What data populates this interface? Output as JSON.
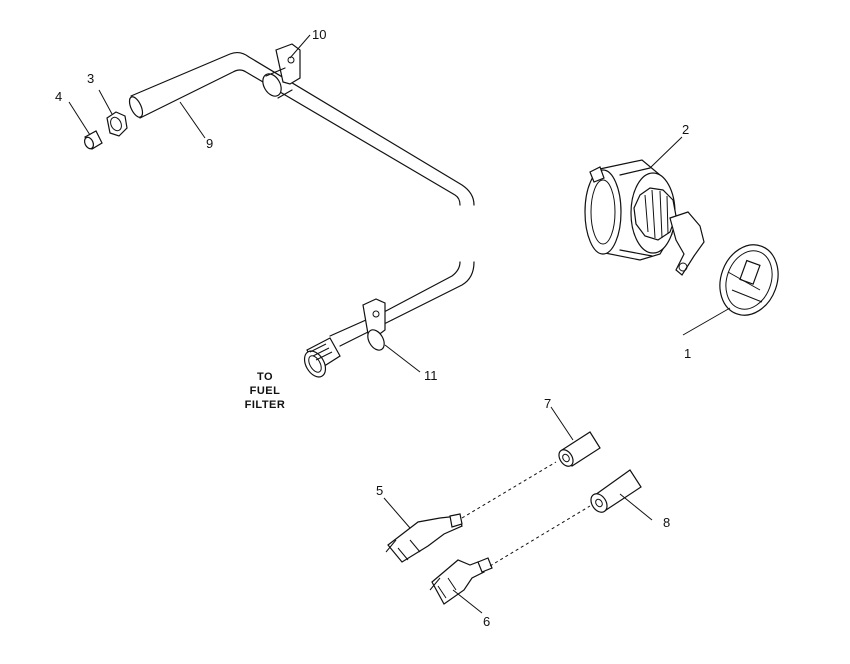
{
  "callouts": [
    "1",
    "2",
    "3",
    "4",
    "5",
    "6",
    "7",
    "8",
    "9",
    "10",
    "11"
  ],
  "note": [
    "TO",
    "FUEL",
    "FILTER"
  ]
}
